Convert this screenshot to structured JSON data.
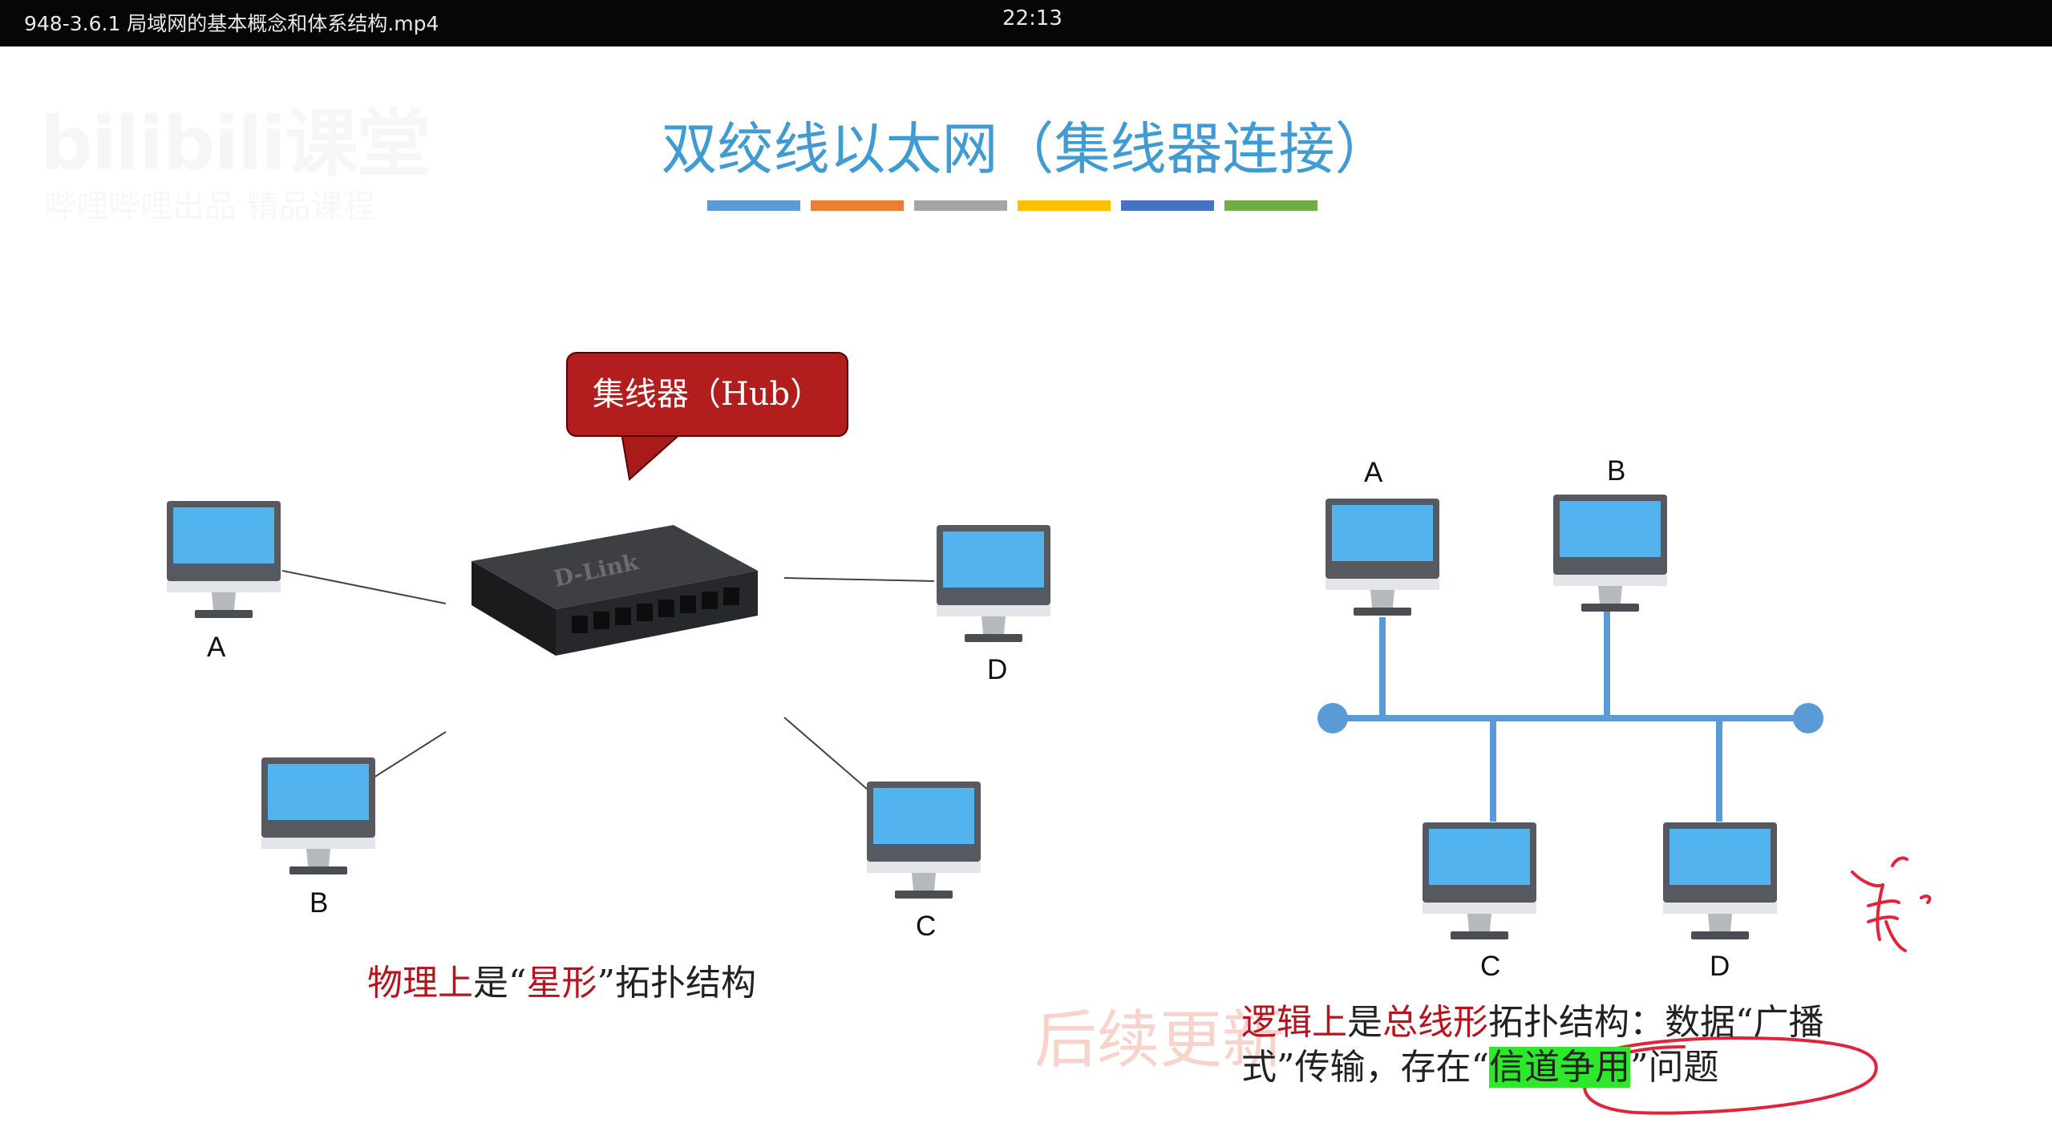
{
  "titlebar": {
    "file_name": "948-3.6.1 局域网的基本概念和体系结构.mp4",
    "time": "22:13"
  },
  "watermark": {
    "logo": "bilibili课堂",
    "sub": "哔哩哔哩出品 精品课程",
    "bottom": "后续更新"
  },
  "slide": {
    "title": "双绞线以太网（集线器连接）",
    "title_bar_colors": [
      "#5b9bd5",
      "#ed7d31",
      "#a5a5a5",
      "#ffc000",
      "#4472c4",
      "#70ad47"
    ],
    "hub_callout": "集线器（Hub）",
    "hub_brand": "D-Link",
    "star_labels": {
      "a": "A",
      "b": "B",
      "c": "C",
      "d": "D"
    },
    "bus_labels": {
      "a": "A",
      "b": "B",
      "c": "C",
      "d": "D"
    },
    "physical": {
      "p1": "物理上",
      "p2": "是“",
      "p3": "星形",
      "p4": "”拓扑结构"
    },
    "logical": {
      "p1": "逻辑上",
      "p2": "是",
      "p3": "总线形",
      "p4": "拓扑结构：数据“广播式”传输，存在“",
      "p5": "信道争用",
      "p6": "”问题"
    }
  }
}
